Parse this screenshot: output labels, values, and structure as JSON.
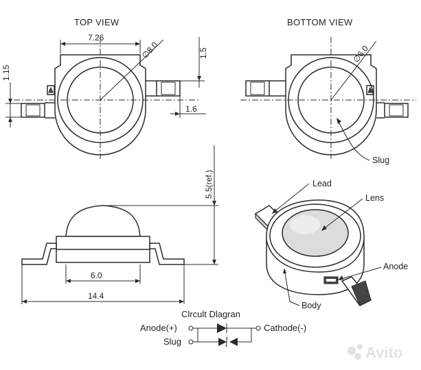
{
  "views": {
    "top_view": "TOP VIEW",
    "bottom_view": "BOTTOM VIEW"
  },
  "dimensions": {
    "width_726": "7.26",
    "dia_80": "∅8.0",
    "dim_15": "1.5",
    "dim_115": "1.15",
    "dim_16": "1.6",
    "dia_60": "∅6.0",
    "height_55": "5.5(ref.)",
    "base_60": "6.0",
    "total_144": "14.4"
  },
  "labels": {
    "slug": "Slug",
    "lead": "Lead",
    "lens": "Lens",
    "anode": "Anode",
    "body": "Body"
  },
  "circuit": {
    "title": "Clrcult Dlagran",
    "anode": "Anode(+)",
    "slug": "Slug",
    "cathode": "Cathode(-)"
  },
  "watermark": {
    "text": "Avito"
  }
}
